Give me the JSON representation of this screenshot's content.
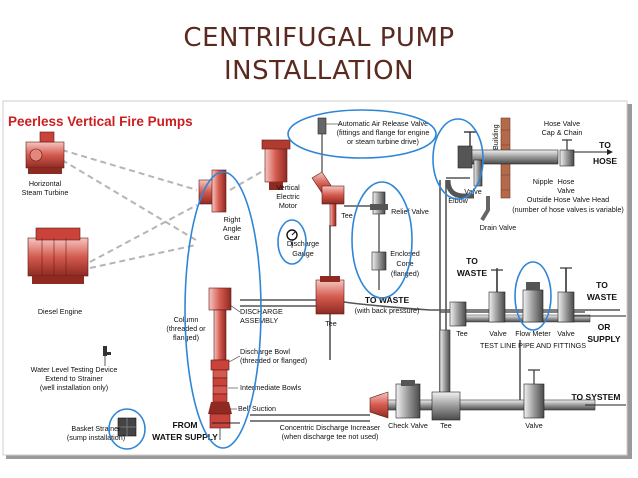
{
  "slide": {
    "title_line1": "CENTRIFUGAL PUMP",
    "title_line2": "INSTALLATION",
    "brand": "Peerless Vertical Fire Pumps"
  },
  "labels": {
    "horizontal_steam_turbine": [
      "Horizontal",
      "Steam Turbine"
    ],
    "diesel_engine": "Diesel Engine",
    "right_angle_gear": [
      "Right",
      "Angle",
      "Gear"
    ],
    "vertical_electric_motor": [
      "Vertical",
      "Electric",
      "Motor"
    ],
    "discharge_gauge": [
      "Discharge",
      "Gauge"
    ],
    "auto_air_release_valve": [
      "Automatic Air Release Valve",
      "(fittings and flange for engine",
      "or steam turbine drive)"
    ],
    "tee_upper": "Tee",
    "relief_valve": "Relief Valve",
    "enclosed_cone": [
      "Enclosed",
      "Cone",
      "(flanged)"
    ],
    "to_waste_back_pressure": [
      "TO WASTE",
      "(with back pressure)"
    ],
    "tee_mid": "Tee",
    "column": [
      "Column",
      "(threaded or",
      "flanged)"
    ],
    "discharge_assembly": [
      "DISCHARGE",
      "ASSEMBLY"
    ],
    "discharge_bowl": [
      "Discharge Bowl",
      "(threaded or flanged)"
    ],
    "intermediate_bowls": "Intermediate Bowls",
    "bell_suction": "Bell Suction",
    "water_level_device": [
      "Water Level Testing Device",
      "Extend to Strainer",
      "(well installation only)"
    ],
    "basket_strainer": [
      "Basket Strainer",
      "(sump installation)"
    ],
    "from_water_supply": [
      "FROM",
      "WATER SUPPLY"
    ],
    "concentric_increaser": [
      "Concentric Discharge Increaser",
      "(when discharge tee not used)"
    ],
    "check_valve": "Check Valve",
    "tee_bottom": "Tee",
    "valve_bottom": "Valve",
    "to_system": "TO SYSTEM",
    "hose_valve_cap": [
      "Hose Valve",
      "Cap & Chain"
    ],
    "building": "Building",
    "to_hose": [
      "TO",
      "HOSE"
    ],
    "valve_top": "Valve",
    "nipple": "Nipple",
    "hose_valve": [
      "Hose",
      "Valve"
    ],
    "elbow": "Elbow",
    "outside_hose_valve_head": [
      "Outside Hose Valve Head",
      "(number of hose valves is variable)"
    ],
    "drain_valve": "Drain Valve",
    "to_waste_small": [
      "TO",
      "WASTE"
    ],
    "to_waste_right": [
      "TO",
      "WASTE"
    ],
    "tee_right": "Tee",
    "valve_right1": "Valve",
    "flow_meter": "Flow Meter",
    "valve_right2": "Valve",
    "or_supply": [
      "OR",
      "SUPPLY"
    ],
    "test_line": "TEST LINE PIPE AND FITTINGS"
  },
  "colors": {
    "title": "#5b2a1e",
    "brand": "#cc1f1f",
    "highlight_circle": "#2f86d6",
    "equipment_red": "#c9433a",
    "pipe": "#555555",
    "frame_shadow": "#8a8a8a"
  }
}
